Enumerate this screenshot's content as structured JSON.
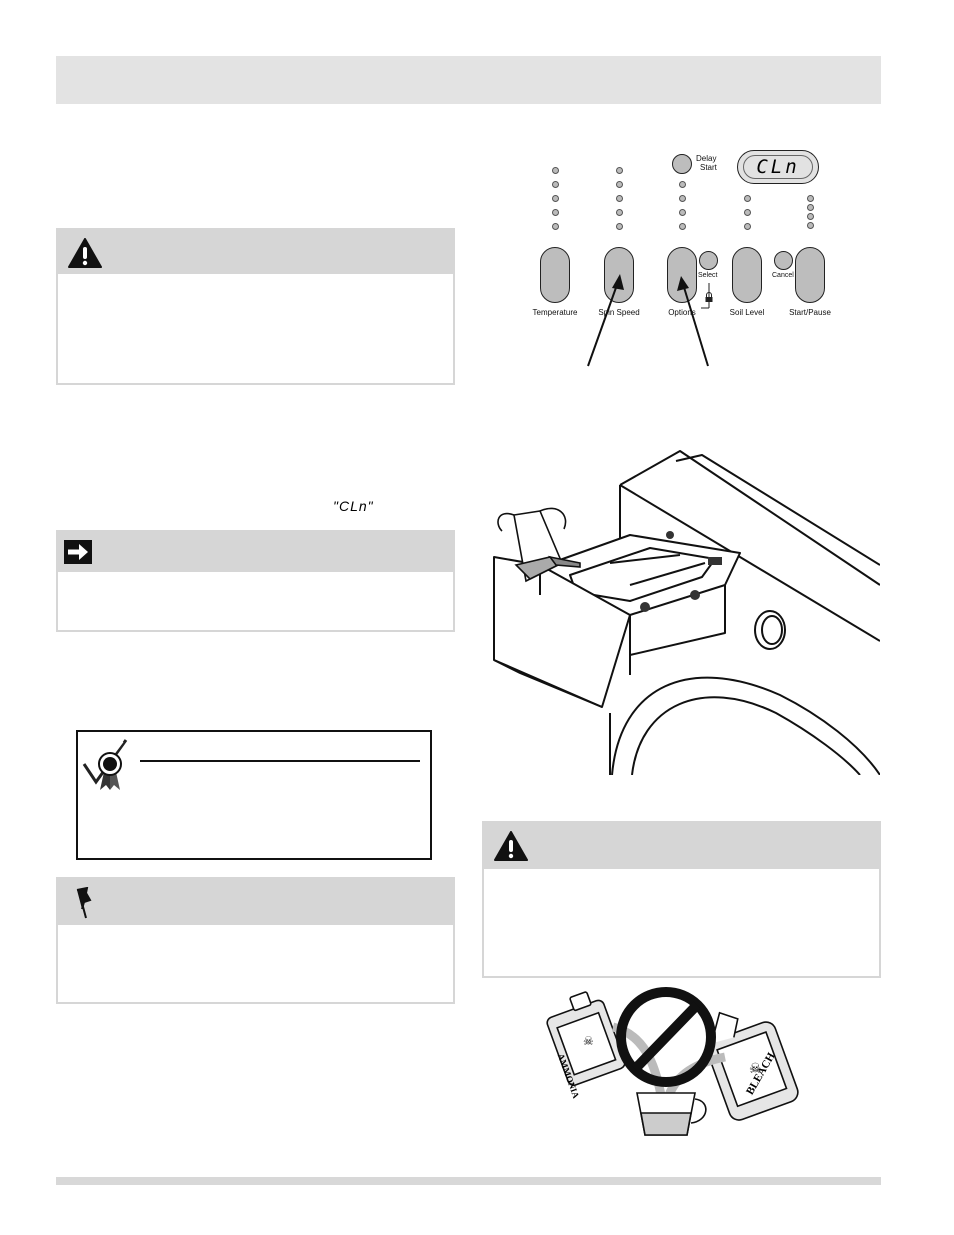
{
  "display_code": "CLn",
  "inline_display_code": "\"CLn\"",
  "control_panel": {
    "buttons": [
      "Temperature",
      "Spin Speed",
      "Options",
      "Soil Level",
      "Start/Pause"
    ],
    "delay_label_1": "Delay",
    "delay_label_2": "Start",
    "select_label": "Select",
    "cancel_label": "Cancel"
  },
  "icons": {
    "warning_1": "warning-triangle-icon",
    "important": "arrow-right-icon",
    "certification": "checkmark-ribbon-icon",
    "note": "pushpin-icon",
    "warning_2": "warning-triangle-icon"
  },
  "illustrations": {
    "ammonia_label": "AMMONIA",
    "bleach_label": "BLEACH"
  },
  "colors": {
    "header_gray": "#e3e3e3",
    "callout_gray": "#d6d6d6",
    "button_gray": "#bdbdbd"
  }
}
